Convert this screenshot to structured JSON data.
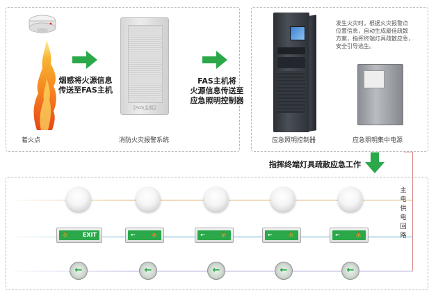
{
  "stage_fire": {
    "label": "着火点"
  },
  "step1": {
    "text_line1": "烟感将火源信息",
    "text_line2": "传送至FAS主机"
  },
  "stage_fas": {
    "screen_text": "[FAS主机]",
    "label": "消防火灾报警系统"
  },
  "step2": {
    "text_line1": "FAS主机将",
    "text_line2": "火源信息传送至",
    "text_line3": "应急照明控制器"
  },
  "description": {
    "line1": "发生火灾时，根据火灾报警点",
    "line2": "位置信息，自动生成最佳疏散",
    "line3": "方案，指挥终端灯具疏散应急，",
    "line4": "安全引导逃生。"
  },
  "stage_controller": {
    "label": "应急照明控制器"
  },
  "stage_power": {
    "label": "应急照明集中电源"
  },
  "step3": {
    "text": "指挥终端灯具疏散应急工作"
  },
  "supply_line": {
    "label_chars": [
      "主",
      "电",
      "供",
      "电",
      "回",
      "路"
    ]
  },
  "fixtures": {
    "ceiling_lights_count": 5,
    "exit_sign_first_text": "EXIT",
    "exit_arrow": "←",
    "floor_arrow": "←"
  },
  "colors": {
    "arrow_green": "#2aa84a",
    "exit_green": "#2aa84a",
    "supply_line": "#d98a8a"
  }
}
